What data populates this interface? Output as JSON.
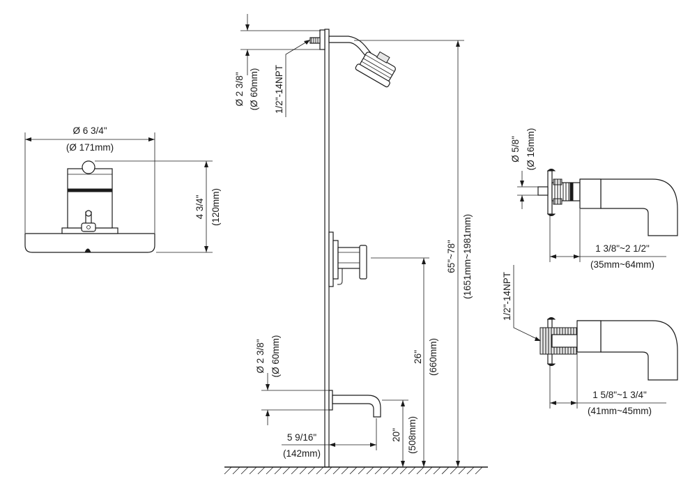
{
  "dims": {
    "cover_diameter_in": "Ø 6 3/4\"",
    "cover_diameter_mm": "(Ø 171mm)",
    "cover_height_in": "4 3/4\"",
    "cover_height_mm": "(120mm)",
    "arm_diameter_in": "Ø 2 3/8\"",
    "arm_diameter_mm": "(Ø 60mm)",
    "arm_thread": "1/2\"-14NPT",
    "head_height_in": "65\"~78\"",
    "head_height_mm": "(1651mm~1981mm)",
    "valve_height_in": "26\"",
    "valve_height_mm": "(660mm)",
    "spout_flange_in": "Ø 2 3/8\"",
    "spout_flange_mm": "(Ø 60mm)",
    "spout_height_in": "20\"",
    "spout_height_mm": "(508mm)",
    "spout_reach_in": "5 9/16\"",
    "spout_reach_mm": "(142mm)",
    "slip_diameter_in": "Ø 5/8\"",
    "slip_diameter_mm": "(Ø 16mm)",
    "slip_range_in": "1 3/8\"~2 1/2\"",
    "slip_range_mm": "(35mm~64mm)",
    "thread_label": "1/2\"-14NPT",
    "thread_range_in": "1 5/8\"~1 3/4\"",
    "thread_range_mm": "(41mm~45mm)"
  }
}
